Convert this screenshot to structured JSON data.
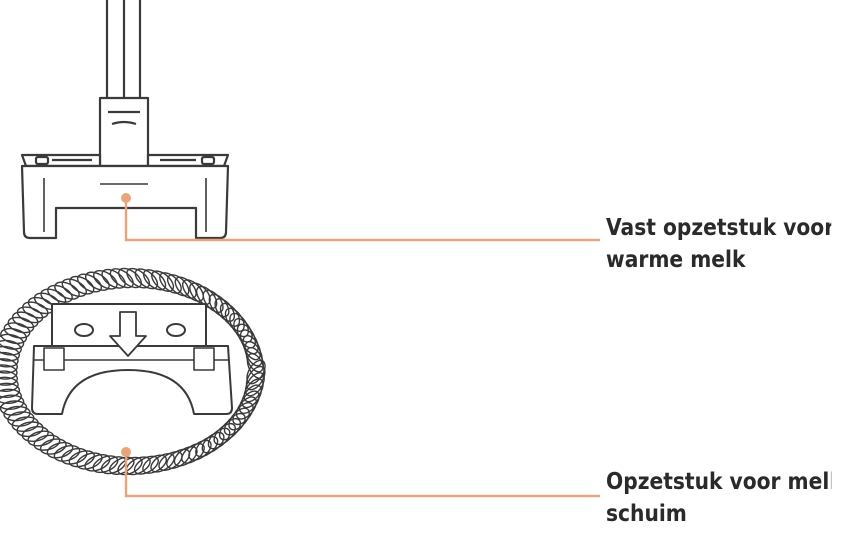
{
  "callouts": [
    {
      "line1": "Vast opzetstuk voor",
      "line2": "warme melk"
    },
    {
      "line1": "Opzetstuk voor melk",
      "line2": "schuim"
    }
  ],
  "colors": {
    "leader_line": "#e8a57c",
    "outline": "#3a3a3a",
    "text": "#2a2a2a"
  },
  "icons": [
    "down-arrow-icon"
  ]
}
